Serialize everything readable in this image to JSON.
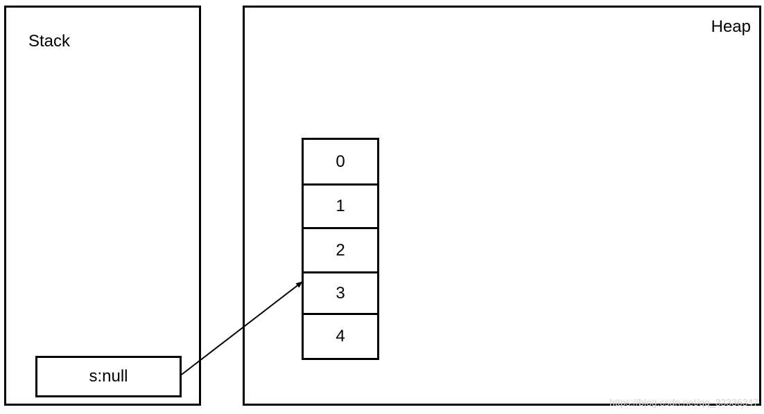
{
  "stack": {
    "title": "Stack",
    "variable_label": "s:null"
  },
  "heap": {
    "title": "Heap",
    "array_cells": [
      "0",
      "1",
      "2",
      "3",
      "4"
    ],
    "pointer_target_index": 3
  },
  "watermark": "https://blog.csdn.net/qq_33336347",
  "colors": {
    "stroke": "#000000",
    "background": "#ffffff",
    "watermark": "#d2d2d2"
  }
}
